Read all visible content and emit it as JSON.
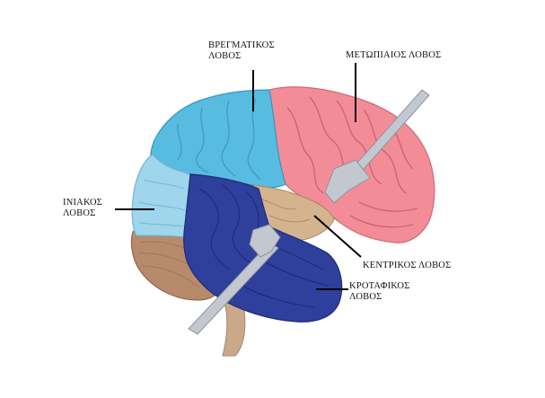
{
  "labels": {
    "parietal": {
      "line1": "ΒΡΕΓΜΑΤΙΚΟΣ",
      "line2": "ΛΟΒΟΣ"
    },
    "frontal": {
      "line1": "ΜΕΤΩΠΙΑΙΟΣ ΛΟΒΟΣ"
    },
    "occipital": {
      "line1": "ΙΝΙΑΚΟΣ",
      "line2": "ΛΟΒΟΣ"
    },
    "central": {
      "line1": "ΚΕΝΤΡΙΚΟΣ ΛΟΒΟΣ"
    },
    "temporal": {
      "line1": "ΚΡΟΤΑΦΙΚΟΣ",
      "line2": "ΛΟΒΟΣ"
    }
  },
  "colors": {
    "frontal": "#f28d98",
    "parietal": "#57bce0",
    "occipital": "#9fd6ec",
    "temporal": "#2f3f9c",
    "cerebellum": "#b78a6c",
    "brainstem": "#c9a98a",
    "insula": "#d4b48e",
    "retractor": "#bfc4cc"
  }
}
